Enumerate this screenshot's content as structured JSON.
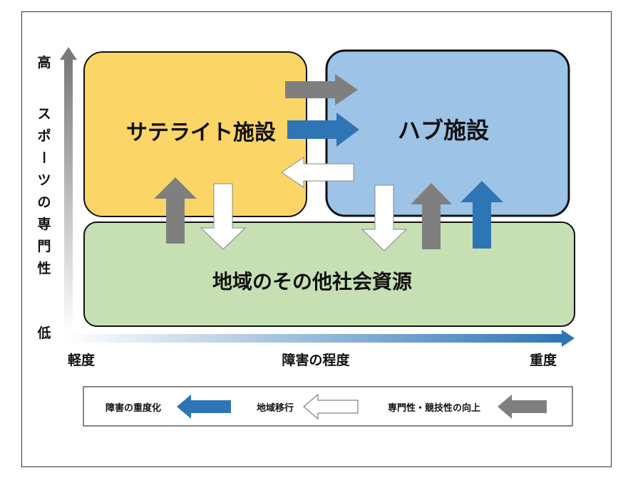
{
  "boxes": {
    "satellite": "サテライト施設",
    "hub": "ハブ施設",
    "community": "地域のその他社会資源"
  },
  "y_axis": {
    "high": "高",
    "label_chars": [
      "ス",
      "ポ",
      "ー",
      "ツ",
      "の",
      "専",
      "門",
      "性"
    ],
    "low": "低"
  },
  "x_axis": {
    "light": "軽度",
    "label": "障害の程度",
    "heavy": "重度"
  },
  "legend": {
    "severity": "障害の重度化",
    "transition": "地域移行",
    "expertise": "専門性・競技性の向上"
  },
  "colors": {
    "satellite_fill": "#FBD566",
    "hub_fill": "#9DC3E6",
    "community_fill": "#C6E0B4",
    "blue_arrow": "#2E75B6",
    "gray_arrow": "#7F7F7F",
    "white_arrow": "#FFFFFF"
  }
}
